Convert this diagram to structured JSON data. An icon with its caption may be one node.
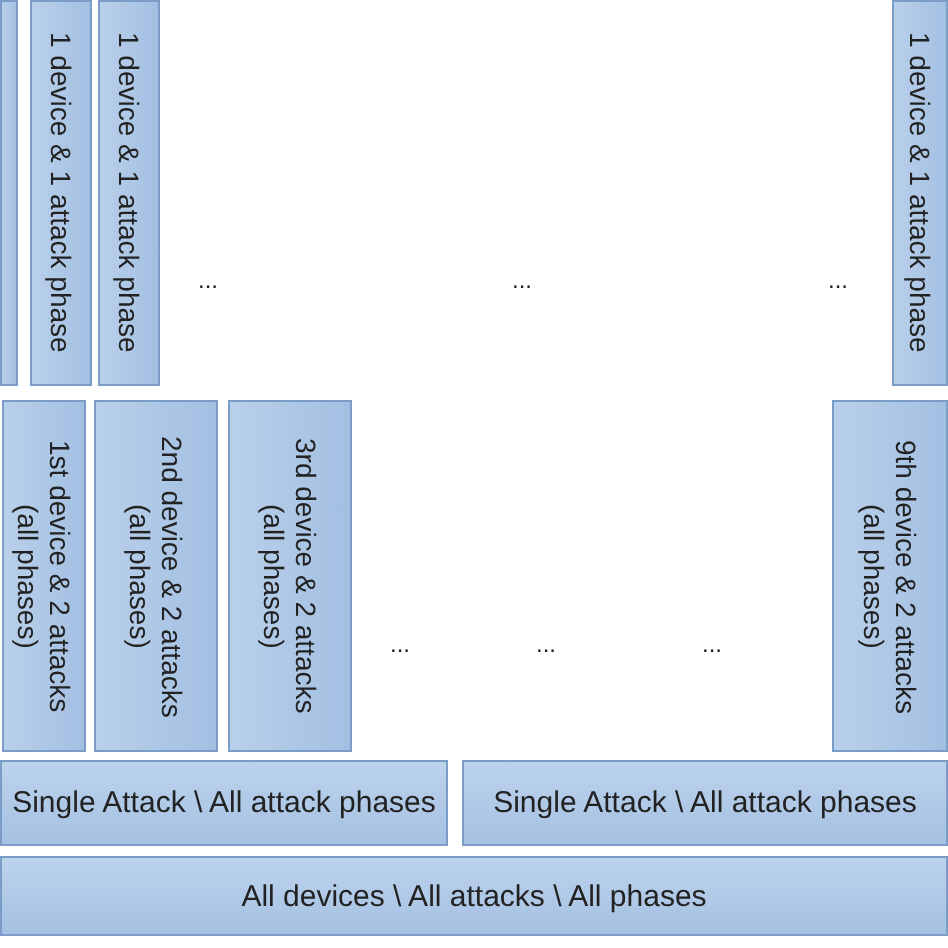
{
  "diagram": {
    "nodes": [
      {
        "text": [],
        "shape": "box"
      },
      {
        "text": [
          "1 device & 1 attack phase"
        ]
      },
      {
        "text": [
          "1 device & 1 attack phase"
        ]
      },
      {
        "text": [
          "1 device & 1 attack phase"
        ]
      },
      {
        "text": [
          "1st device & 2 attacks (all phases)"
        ]
      },
      {
        "text": [
          "2nd device  & 2 attacks (all phases)"
        ]
      },
      {
        "text": [
          "3rd device & 2 attacks (all phases)"
        ]
      },
      {
        "text": [
          "9th device & 2 attacks (all phases)"
        ]
      },
      {
        "text": [
          "Single Attack \\ All attack phases"
        ]
      },
      {
        "text": [
          "Single Attack \\ All attack phases"
        ]
      },
      {
        "text": [
          "All devices \\ All attacks \\ All phases"
        ]
      }
    ],
    "labels": [
      "...",
      "...",
      "...",
      "...",
      "...",
      "..."
    ]
  }
}
